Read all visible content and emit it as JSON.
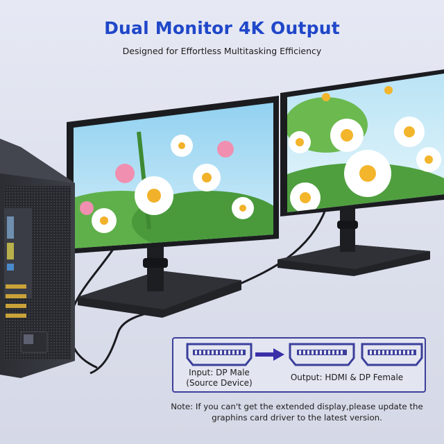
{
  "header": {
    "title": "Dual Monitor 4K Output",
    "subtitle": "Designed for Effortless Multitasking Efficiency"
  },
  "panel": {
    "input_label_line1": "Input: DP Male",
    "input_label_line2": "(Source Device)",
    "output_label": "Output: HDMI & DP Female",
    "arrow_icon": "arrow-right-icon",
    "input_port_icon": "dp-male-connector-icon",
    "hdmi_port_icon": "hdmi-female-port-icon",
    "dp_port_icon": "dp-female-port-icon"
  },
  "note": {
    "line1": "Note: If you can't get the extended display,please update the",
    "line2": "graphins card driver to the latest version."
  },
  "colors": {
    "title": "#1f47c9",
    "panel_border": "#3b3f9a",
    "arrow": "#3a2fa8",
    "port": "#3b3f9a"
  }
}
